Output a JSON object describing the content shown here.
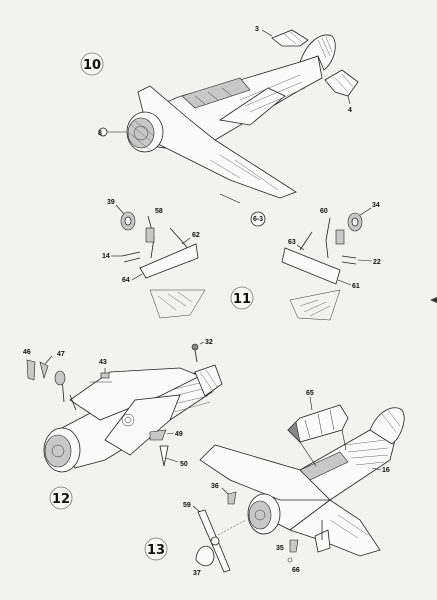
{
  "steps": [
    {
      "number": "10"
    },
    {
      "number": "11"
    },
    {
      "number": "12"
    },
    {
      "number": "13"
    }
  ],
  "callouts": {
    "step10": [
      "3",
      "4",
      "8"
    ],
    "step11": [
      "39",
      "58",
      "62",
      "14",
      "64",
      "6-3",
      "60",
      "34",
      "63",
      "22",
      "61"
    ],
    "step12": [
      "46",
      "47",
      "43",
      "32",
      "49",
      "50"
    ],
    "step13": [
      "65",
      "16",
      "36",
      "59",
      "37",
      "35",
      "66"
    ]
  },
  "colors": {
    "ink": "#222222",
    "paper": "#f2f2f0",
    "shade": "#c8c8c8"
  }
}
